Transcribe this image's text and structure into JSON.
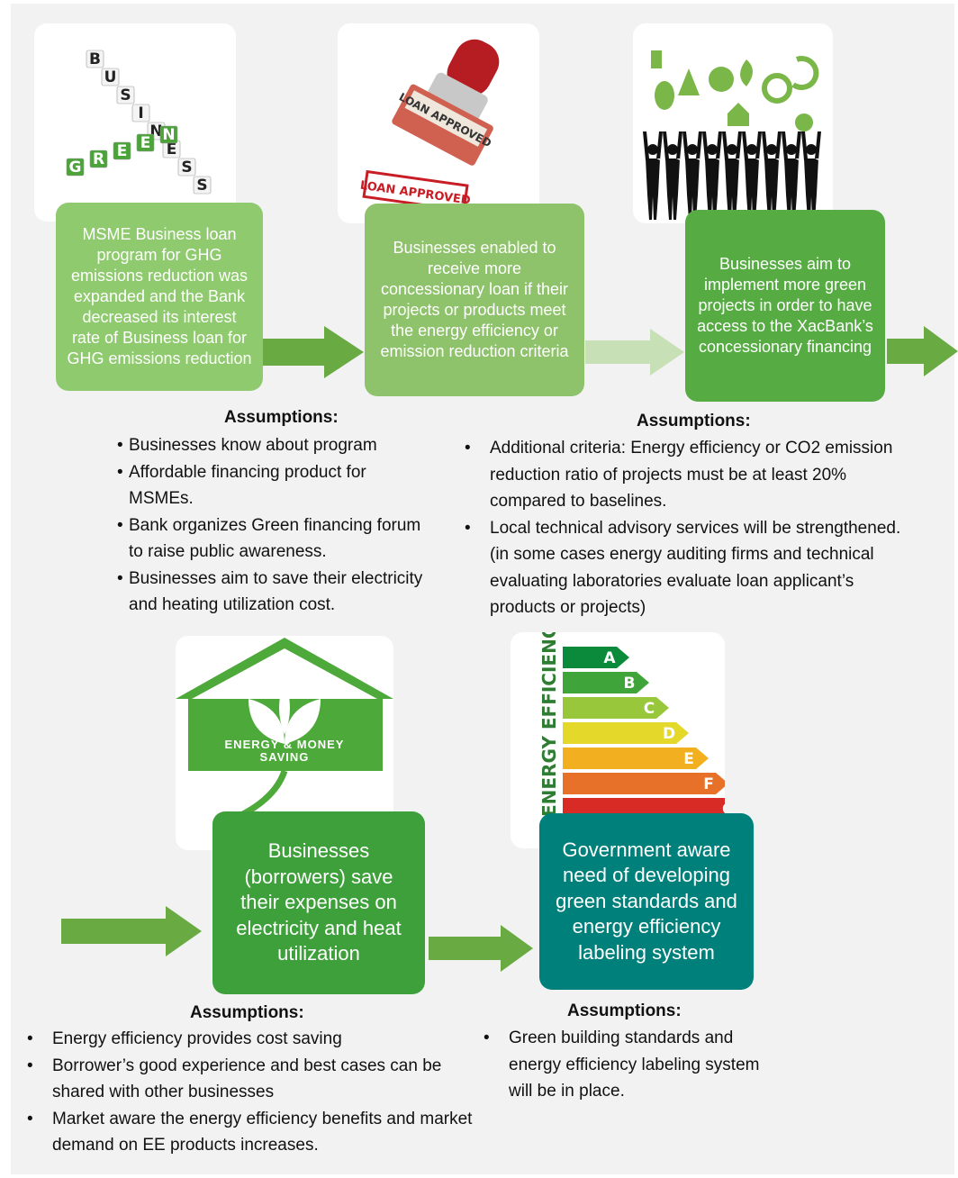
{
  "colors": {
    "box1": "#8fca6e",
    "box2": "#8ec26b",
    "box3": "#56ac43",
    "box4": "#3ea03a",
    "box5": "#00807a",
    "arrow_dark": "#6aaa43",
    "arrow_light": "#c8e0b6"
  },
  "step_boxes": [
    {
      "text": "MSME Business loan program for GHG emissions reduction was expanded and the Bank decreased its interest rate of Business loan for GHG emissions reduction"
    },
    {
      "text": "Businesses enabled to receive more concessionary loan if their projects or products meet the energy efficiency or emission reduction criteria"
    },
    {
      "text": "Businesses aim to implement more green projects in order to have access to the XacBank’s concessionary financing"
    },
    {
      "text": "Businesses (borrowers) save their expenses on electricity and heat utilization"
    },
    {
      "text": "Government aware need of developing green standards and energy efficiency labeling system"
    }
  ],
  "images": {
    "green_business": {
      "icon": "green-business-crossword-image",
      "letters_business": "BUSINESS",
      "letters_green": "GREEN"
    },
    "loan_approved": {
      "icon": "loan-approved-stamp-image",
      "stamp_text": "LOAN APPROVED"
    },
    "green_people": {
      "icon": "people-holding-eco-symbols-image"
    },
    "energy_saving": {
      "icon": "energy-money-saving-house-image",
      "label": "ENERGY & MONEY SAVING"
    },
    "energy_label": {
      "icon": "energy-efficiency-rating-image",
      "vertical_text": "ENERGY EFFICIENCY",
      "grades": [
        "A",
        "B",
        "C",
        "D",
        "E",
        "F",
        "G"
      ]
    }
  },
  "assumptions": [
    {
      "title": "Assumptions:",
      "bullet": "•",
      "items": [
        "Businesses know about program",
        "Affordable financing product for MSMEs.",
        "Bank organizes Green financing forum to raise public awareness.",
        "Businesses aim to save their electricity and heating utilization cost."
      ]
    },
    {
      "title": "Assumptions:",
      "bullet": "•",
      "items": [
        "Additional criteria: Energy efficiency or CO2 emission reduction ratio of projects must be at least 20% compared to baselines.",
        "Local technical advisory services will be strengthened. (in some cases energy auditing firms and technical evaluating laboratories evaluate loan applicant’s  products or projects)"
      ]
    },
    {
      "title": "Assumptions:",
      "bullet": "•",
      "items": [
        "Energy efficiency provides cost saving",
        "Borrower’s good experience and best cases can be shared with other businesses",
        "Market aware the energy efficiency benefits and market demand on EE products increases."
      ]
    },
    {
      "title": "Assumptions:",
      "bullet": "•",
      "items": [
        "Green building standards and energy efficiency labeling system will be in place."
      ]
    }
  ]
}
